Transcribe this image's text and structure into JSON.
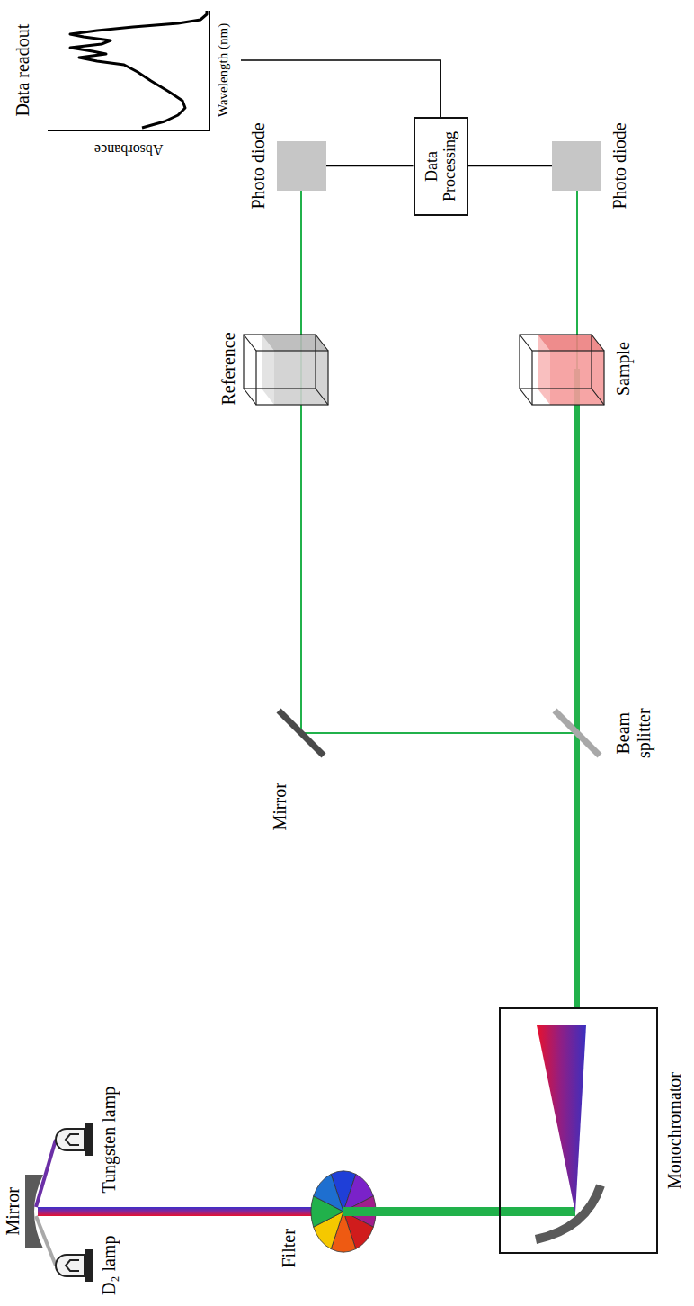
{
  "diagram": {
    "nodes": [
      {
        "text": [
          "Monochromator"
        ]
      },
      {
        "text": [
          "Photo diode"
        ]
      },
      {
        "text": [
          "Data Processing"
        ]
      },
      {
        "text": [
          "Photo diode"
        ]
      },
      {
        "text": [
          "Data readout",
          "Absorbance",
          "Wavelength (nm)"
        ]
      }
    ],
    "edges": [
      {
        "from": 1,
        "to": 2,
        "arrow": "none"
      },
      {
        "from": 2,
        "to": 3,
        "arrow": "none"
      },
      {
        "from": 2,
        "to": 4,
        "arrow": "none"
      }
    ],
    "labels": [
      "Mirror",
      "D₂ lamp",
      "Tungsten lamp",
      "Filter",
      "Mirror",
      "Beam splitter",
      "Reference",
      "Sample"
    ]
  }
}
